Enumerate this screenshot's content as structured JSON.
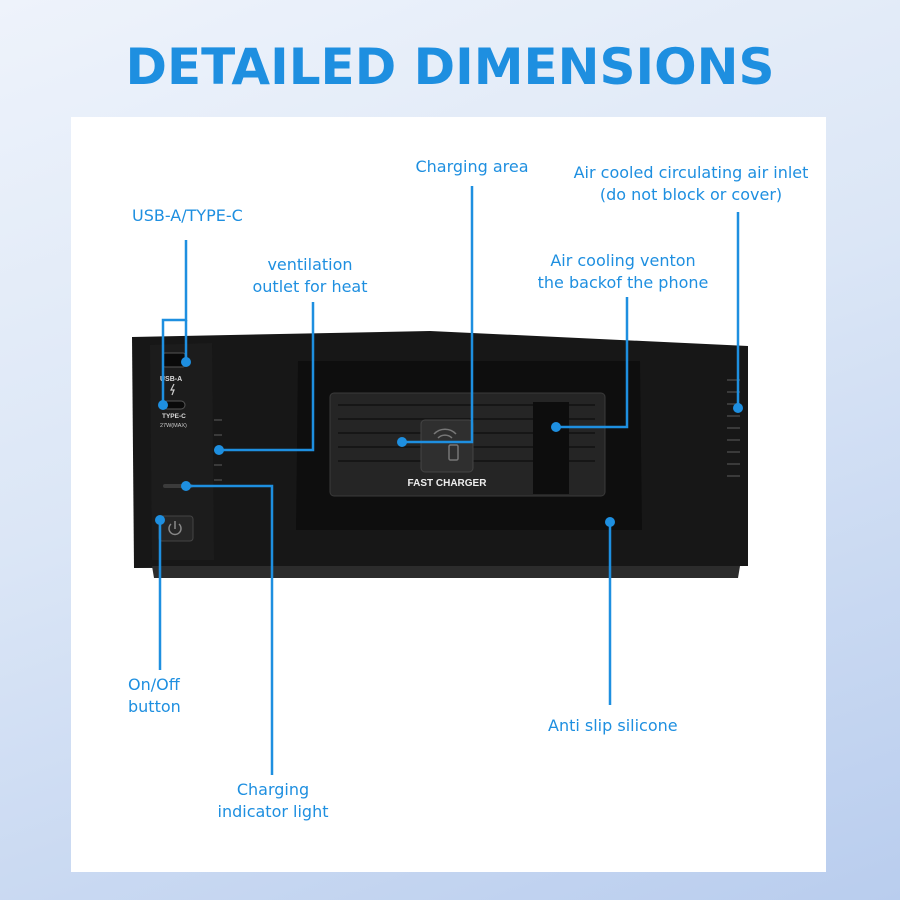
{
  "title": "DETAILED DIMENSIONS",
  "colors": {
    "accent": "#1e8fe0",
    "device": "#161616",
    "panel": "#ffffff"
  },
  "callouts": {
    "usb": {
      "text": "USB-A/TYPE-C"
    },
    "charging_area": {
      "text": "Charging area"
    },
    "air_inlet": {
      "line1": "Air cooled circulating air inlet",
      "line2": "(do not block or cover)"
    },
    "ventilation": {
      "line1": "ventilation",
      "line2": "outlet for heat"
    },
    "air_cooling_vent": {
      "line1": "Air cooling venton",
      "line2": "the backof the phone"
    },
    "on_off": {
      "line1": "On/Off",
      "line2": "button"
    },
    "anti_slip": {
      "text": "Anti slip silicone"
    },
    "indicator": {
      "line1": "Charging",
      "line2": "indicator light"
    }
  },
  "device": {
    "usb_a_label": "USB-A",
    "type_c_label": "TYPE-C",
    "type_c_power": "27W(MAX)",
    "pad_label": "FAST CHARGER",
    "icons": [
      "power-icon",
      "wireless-charge-icon",
      "lightning-icon"
    ]
  }
}
